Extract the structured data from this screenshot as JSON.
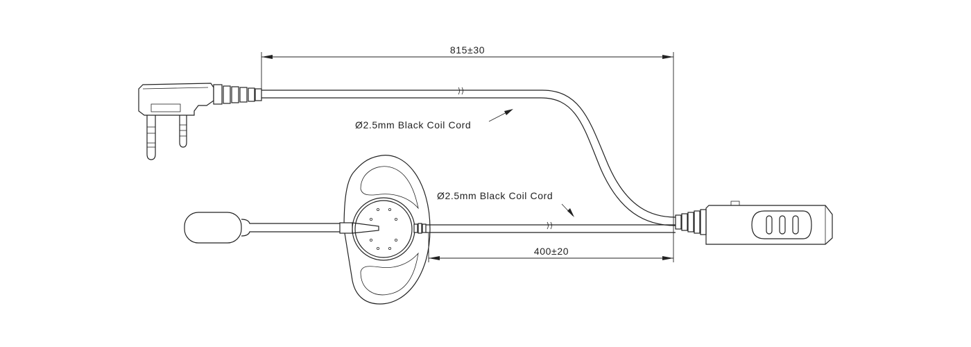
{
  "dimensions": {
    "overall_length": "815±30",
    "mic_cable_length": "400±20"
  },
  "labels": {
    "top_cord": "Ø2.5mm Black Coil Cord",
    "bottom_cord": "Ø2.5mm Black Coil Cord"
  },
  "colors": {
    "line": "#222222",
    "background": "#ffffff"
  }
}
